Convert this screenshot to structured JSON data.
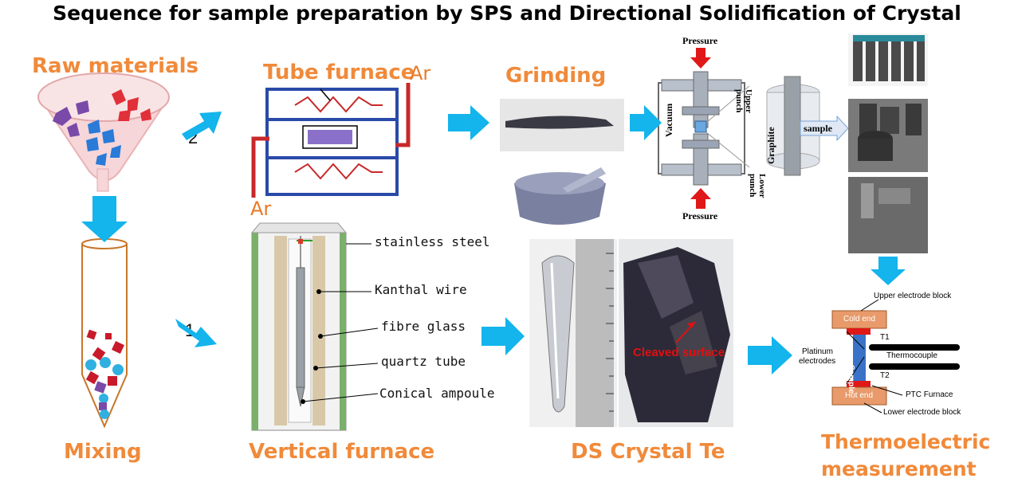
{
  "title": "Sequence for sample preparation by SPS and Directional Solidification of Crystal",
  "steps": {
    "raw_materials": "Raw materials",
    "mixing": "Mixing",
    "tube_furnace": "Tube furnace",
    "grinding": "Grinding",
    "vertical_furnace": "Vertical furnace",
    "ds_crystal": "DS Crystal Te",
    "thermoelectric_line1": "Thermoelectric",
    "thermoelectric_line2": "measurement"
  },
  "route_numbers": {
    "one": "1",
    "two": "2"
  },
  "tube_furnace": {
    "gas_in": "Ar",
    "gas_out": "Ar"
  },
  "vertical_furnace_labels": [
    "stainless steel",
    "Kanthal wire",
    "fibre glass",
    "quartz tube",
    "Conical ampoule"
  ],
  "sps": {
    "pressure_top": "Pressure",
    "pressure_bottom": "Pressure",
    "vacuum": "Vacuum",
    "upper_punch": "Upper punch",
    "graphite": "Graphite",
    "lower_punch": "Lower punch",
    "sample": "sample"
  },
  "crystal": {
    "annotation": "Cleaved surface"
  },
  "measurement": {
    "upper_block": "Upper electrode block",
    "cold_end": "Cold end",
    "t1": "T1",
    "thermocouple": "Thermocouple",
    "platinum_line1": "Platinum",
    "platinum_line2": "electrodes",
    "sample": "Sample",
    "t2": "T2",
    "hot_end": "Hot end",
    "ptc_furnace": "PTC Furnace",
    "lower_block": "Lower electrode block"
  },
  "colors": {
    "arrow": "#14b4ec",
    "label_orange": "#f08a3a",
    "furnace_blue": "#2a4aa8",
    "furnace_red": "#c8282a",
    "annotation_red": "#e01010"
  }
}
